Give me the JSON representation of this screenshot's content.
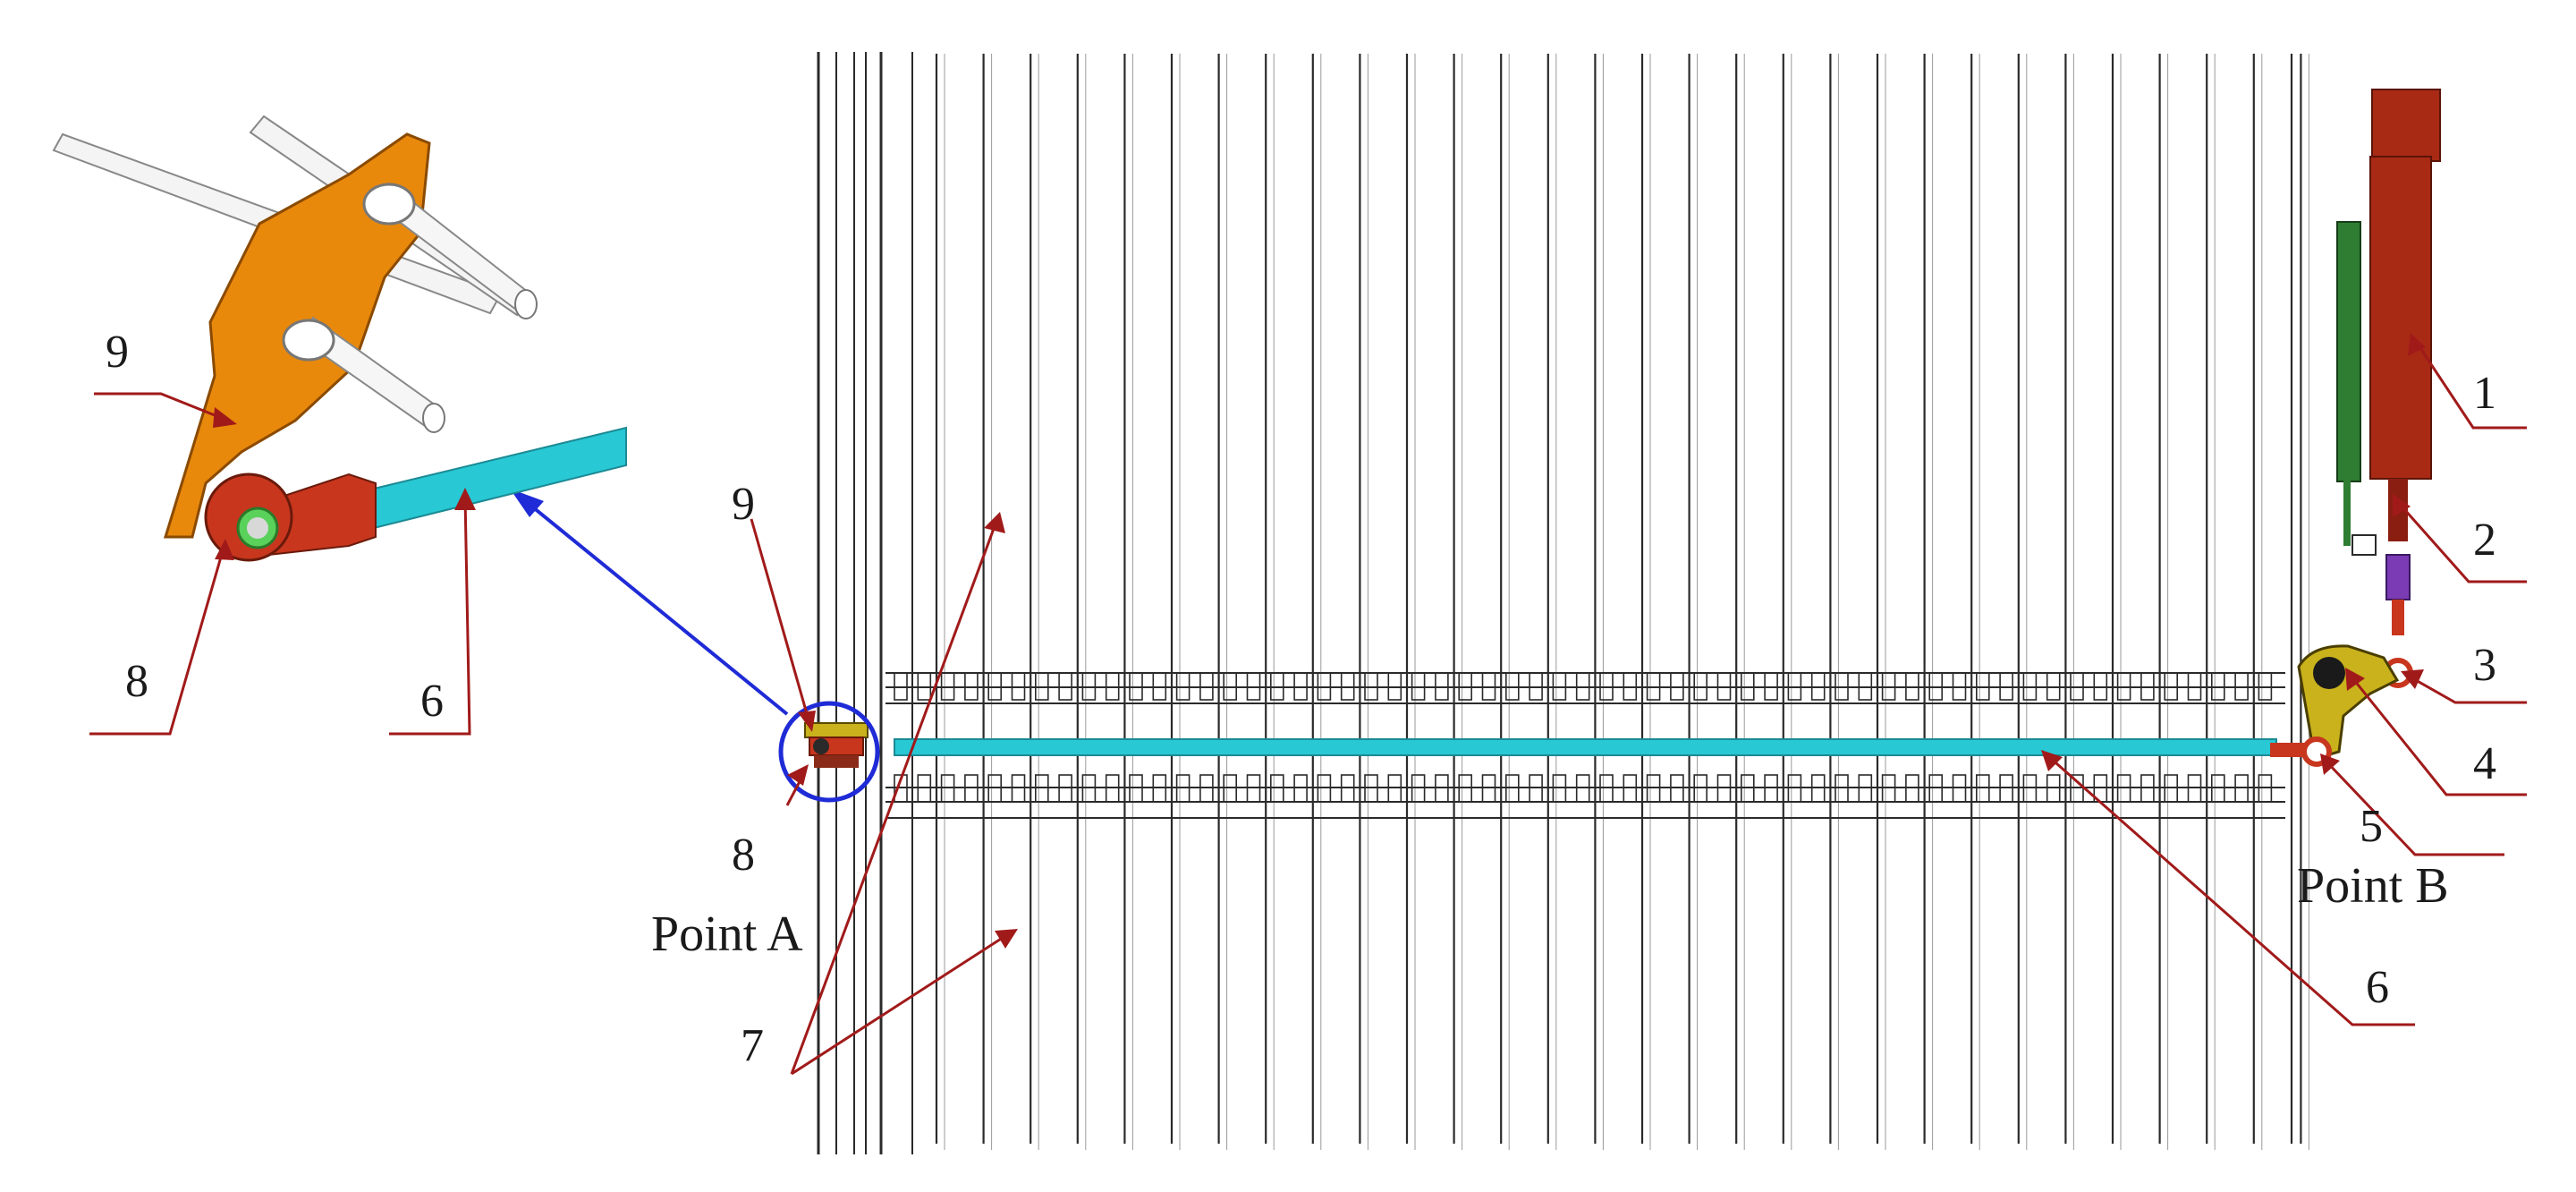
{
  "figure": {
    "callouts_left": {
      "label_9": "9",
      "label_8": "8",
      "label_6": "6"
    },
    "callouts_center": {
      "label_9": "9",
      "label_8": "8",
      "point_a": "Point A",
      "label_7": "7"
    },
    "callouts_right": {
      "label_1": "1",
      "label_2": "2",
      "label_3": "3",
      "label_4": "4",
      "label_5": "5",
      "point_b": "Point B",
      "label_6": "6"
    },
    "colors": {
      "leader": "#a11a1a",
      "arrow_blue": "#1f2bd6",
      "detail_circle": "#1f2bd6",
      "rod": "#28c8d4",
      "plate": "#e8890c",
      "rod_end": "#c8361e",
      "cylinder": "#a82a14",
      "bracket": "#2e7d32",
      "lever": "#c9b21c",
      "fitting": "#7a3bb5",
      "structure_line": "#2a2a2a"
    },
    "icons": {
      "detail_view": "rod-end-joint-detail",
      "actuator": "hydraulic-cylinder"
    }
  }
}
